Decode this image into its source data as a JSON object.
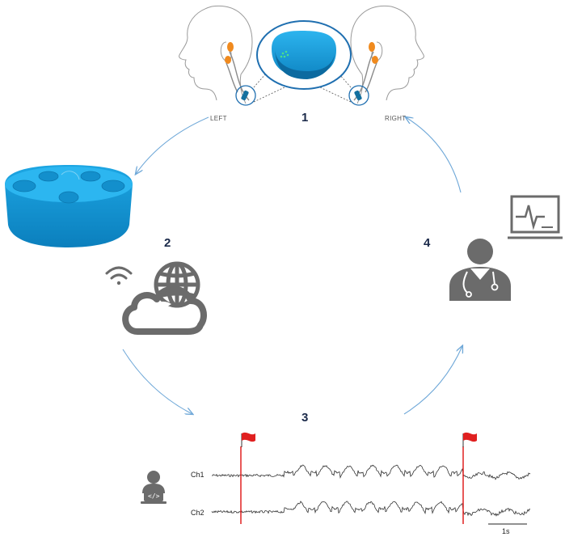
{
  "steps": [
    {
      "number": "1"
    },
    {
      "number": "2"
    },
    {
      "number": "3"
    },
    {
      "number": "4"
    }
  ],
  "ear_sides": {
    "left": "LEFT",
    "right": "RIGHT"
  },
  "eeg": {
    "channels": [
      "Ch1",
      "Ch2"
    ],
    "scale_bar_label": "1s"
  },
  "colors": {
    "device_blue": "#1aa3e0",
    "arrow_blue": "#6fa8d8",
    "icon_gray": "#6b6b6b",
    "marker_red": "#e02020",
    "step_navy": "#1b2a4a"
  },
  "icons": [
    "wearable-device-icon",
    "charging-dock-icon",
    "wifi-icon",
    "cloud-globe-icon",
    "doctor-icon",
    "monitor-ecg-icon",
    "laptop-user-icon",
    "flag-icon"
  ]
}
